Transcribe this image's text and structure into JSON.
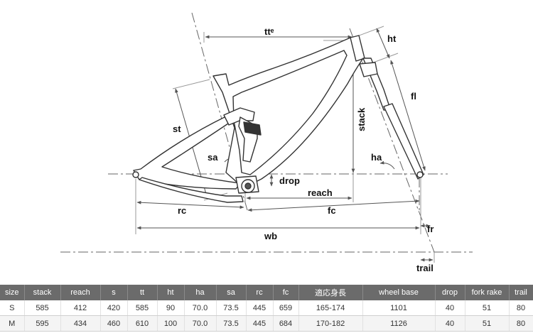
{
  "labels": {
    "tt": "ttᵉ",
    "ht": "ht",
    "fl": "fl",
    "stack": "stack",
    "st": "st",
    "sa": "sa",
    "ha": "ha",
    "drop": "drop",
    "reach": "reach",
    "rc": "rc",
    "fc": "fc",
    "wb": "wb",
    "fr": "fr",
    "trail": "trail"
  },
  "table": {
    "headers": [
      "size",
      "stack",
      "reach",
      "s",
      "tt",
      "ht",
      "ha",
      "sa",
      "rc",
      "fc",
      "適応身長",
      "wheel base",
      "drop",
      "fork rake",
      "trail"
    ],
    "rows": [
      [
        "S",
        "585",
        "412",
        "420",
        "585",
        "90",
        "70.0",
        "73.5",
        "445",
        "659",
        "165-174",
        "1101",
        "40",
        "51",
        "80"
      ],
      [
        "M",
        "595",
        "434",
        "460",
        "610",
        "100",
        "70.0",
        "73.5",
        "445",
        "684",
        "170-182",
        "1126",
        "40",
        "51",
        "80"
      ]
    ]
  },
  "colors": {
    "header_bg": "#6b6b6b",
    "frame_line": "#333333",
    "dim_line": "#777777"
  }
}
